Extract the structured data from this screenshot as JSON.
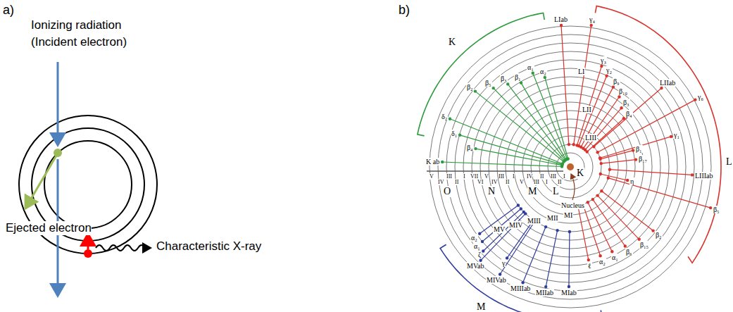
{
  "diagram": {
    "labels": [
      "a)",
      "Ionizing radiation",
      "(Incident electron)",
      "Ejected electron",
      "Characteristic X-ray",
      "b)",
      "K",
      "L",
      "M",
      "K",
      "Nucleus",
      "O",
      "N",
      "M",
      "L",
      "V",
      "IV",
      "III",
      "II",
      "I",
      "VII",
      "VI",
      "V",
      "IV",
      "III",
      "II",
      "I",
      "V",
      "IV",
      "III",
      "II",
      "I",
      "III",
      "II",
      "I",
      "K ab",
      "δ₂",
      "δ₁",
      "β₄",
      "β₂",
      "β₅",
      "β₃",
      "β₁",
      "α₁",
      "α₂",
      "LIab",
      "γ₄",
      "γ₃",
      "γ₂",
      "β₉",
      "β₁₀",
      "β₃",
      "β₄",
      "LIIab",
      "γ₆",
      "γ₁",
      "β₁",
      "β₁₇",
      "η",
      "LIIIab",
      "β₅",
      "β₂",
      "β₁₅",
      "β₆",
      "α₁",
      "α₂",
      "ℓ",
      "LI",
      "LII",
      "LIII",
      "MV",
      "MIV",
      "MIII",
      "MII",
      "MI",
      "α₂",
      "α₁",
      "ζ",
      "MVab",
      "γ",
      "MIVab",
      "MIIIab",
      "MIIab",
      "MIab"
    ]
  }
}
